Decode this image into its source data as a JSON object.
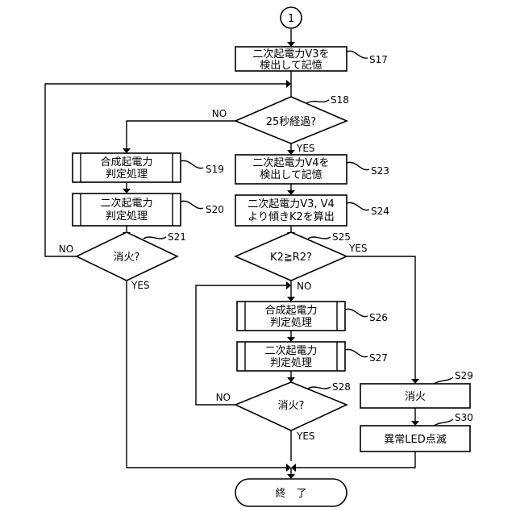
{
  "connector": "1",
  "steps": {
    "s17": {
      "line1": "二次起電力V3を",
      "line2": "検出して記憶",
      "tag": "S17"
    },
    "s18": {
      "text": "25秒経過?",
      "tag": "S18",
      "no": "NO",
      "yes": "YES"
    },
    "s19": {
      "line1": "合成起電力",
      "line2": "判定処理",
      "tag": "S19"
    },
    "s20": {
      "line1": "二次起電力",
      "line2": "判定処理",
      "tag": "S20"
    },
    "s21": {
      "text": "消火?",
      "tag": "S21",
      "no": "NO",
      "yes": "YES"
    },
    "s23": {
      "line1": "二次起電力V4を",
      "line2": "検出して記憶",
      "tag": "S23"
    },
    "s24": {
      "line1": "二次起電力V3, V4",
      "line2": "より傾きK2を算出",
      "tag": "S24"
    },
    "s25": {
      "text": "K2≧R2?",
      "tag": "S25",
      "no": "NO",
      "yes": "YES"
    },
    "s26": {
      "line1": "合成起電力",
      "line2": "判定処理",
      "tag": "S26"
    },
    "s27": {
      "line1": "二次起電力",
      "line2": "判定処理",
      "tag": "S27"
    },
    "s28": {
      "text": "消火?",
      "tag": "S28",
      "no": "NO",
      "yes": "YES"
    },
    "s29": {
      "text": "消火",
      "tag": "S29"
    },
    "s30": {
      "text": "異常LED点滅",
      "tag": "S30"
    },
    "end": {
      "text": "終　了"
    }
  }
}
